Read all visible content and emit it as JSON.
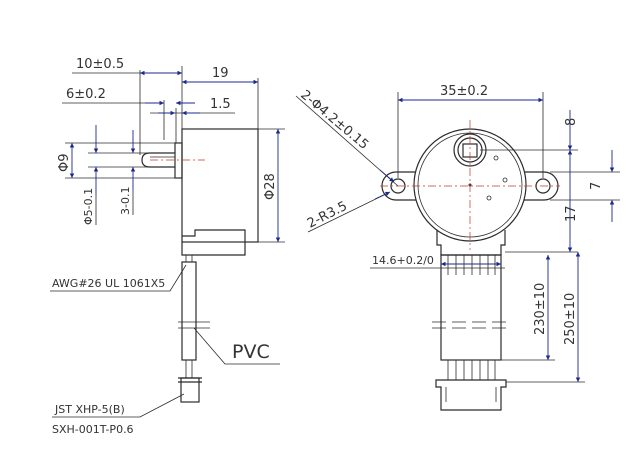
{
  "side_view": {
    "dim_length_10": "10±0.5",
    "dim_length_19": "19",
    "dim_length_6": "6±0.2",
    "dim_length_1_5": "1.5",
    "dim_dia_9": "Φ9",
    "dim_dia_5": "Φ5-0.1",
    "dim_flat_3": "3-0.1",
    "dim_dia_28": "Φ28",
    "wire_label": "AWG#26 UL 1061X5",
    "sheath_label": "PVC",
    "connector_label_1": "JST XHP-5(B)",
    "connector_label_2": "SXH-001T-P0.6"
  },
  "front_view": {
    "dim_hole_spacing": "35±0.2",
    "dim_holes": "2-Φ4.2±0.15",
    "dim_radius": "2-R3.5",
    "dim_8": "8",
    "dim_7": "7",
    "dim_17": "17",
    "dim_width": "14.6+0.2/0",
    "dim_230": "230±10",
    "dim_250": "250±10"
  }
}
